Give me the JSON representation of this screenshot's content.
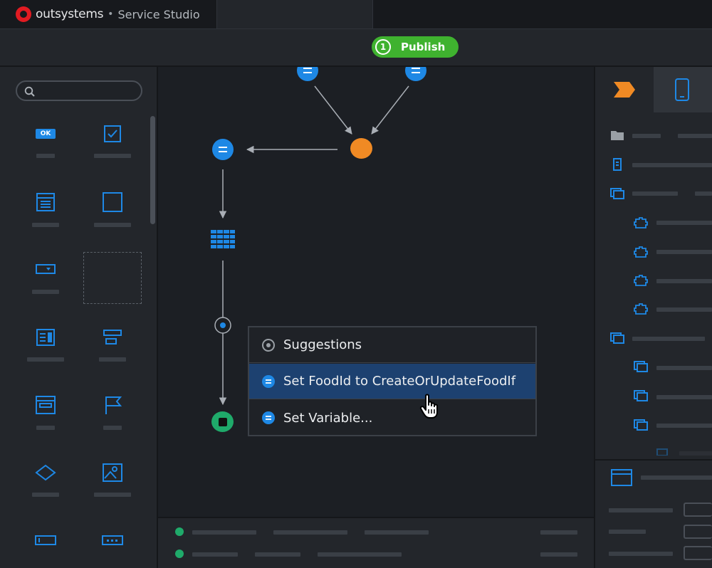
{
  "app": {
    "brand": "outsystems",
    "separator": "•",
    "product": "Service Studio"
  },
  "toolbar": {
    "publish_number": "1",
    "publish_label": "Publish"
  },
  "palette": {
    "ok_badge": "OK"
  },
  "menu": {
    "items": [
      {
        "label": "Suggestions",
        "icon": "circle-dot-icon"
      },
      {
        "label": "Set FoodId to CreateOrUpdateFoodIf",
        "icon": "assign-icon"
      },
      {
        "label": "Set Variable...",
        "icon": "assign-icon"
      }
    ]
  },
  "colors": {
    "accent_blue": "#1e88e5",
    "publish_green": "#3fb22f",
    "start_orange": "#f08a24",
    "end_green": "#1faa6a",
    "brand_red": "#e11b22",
    "menu_selected": "#1d4170"
  }
}
